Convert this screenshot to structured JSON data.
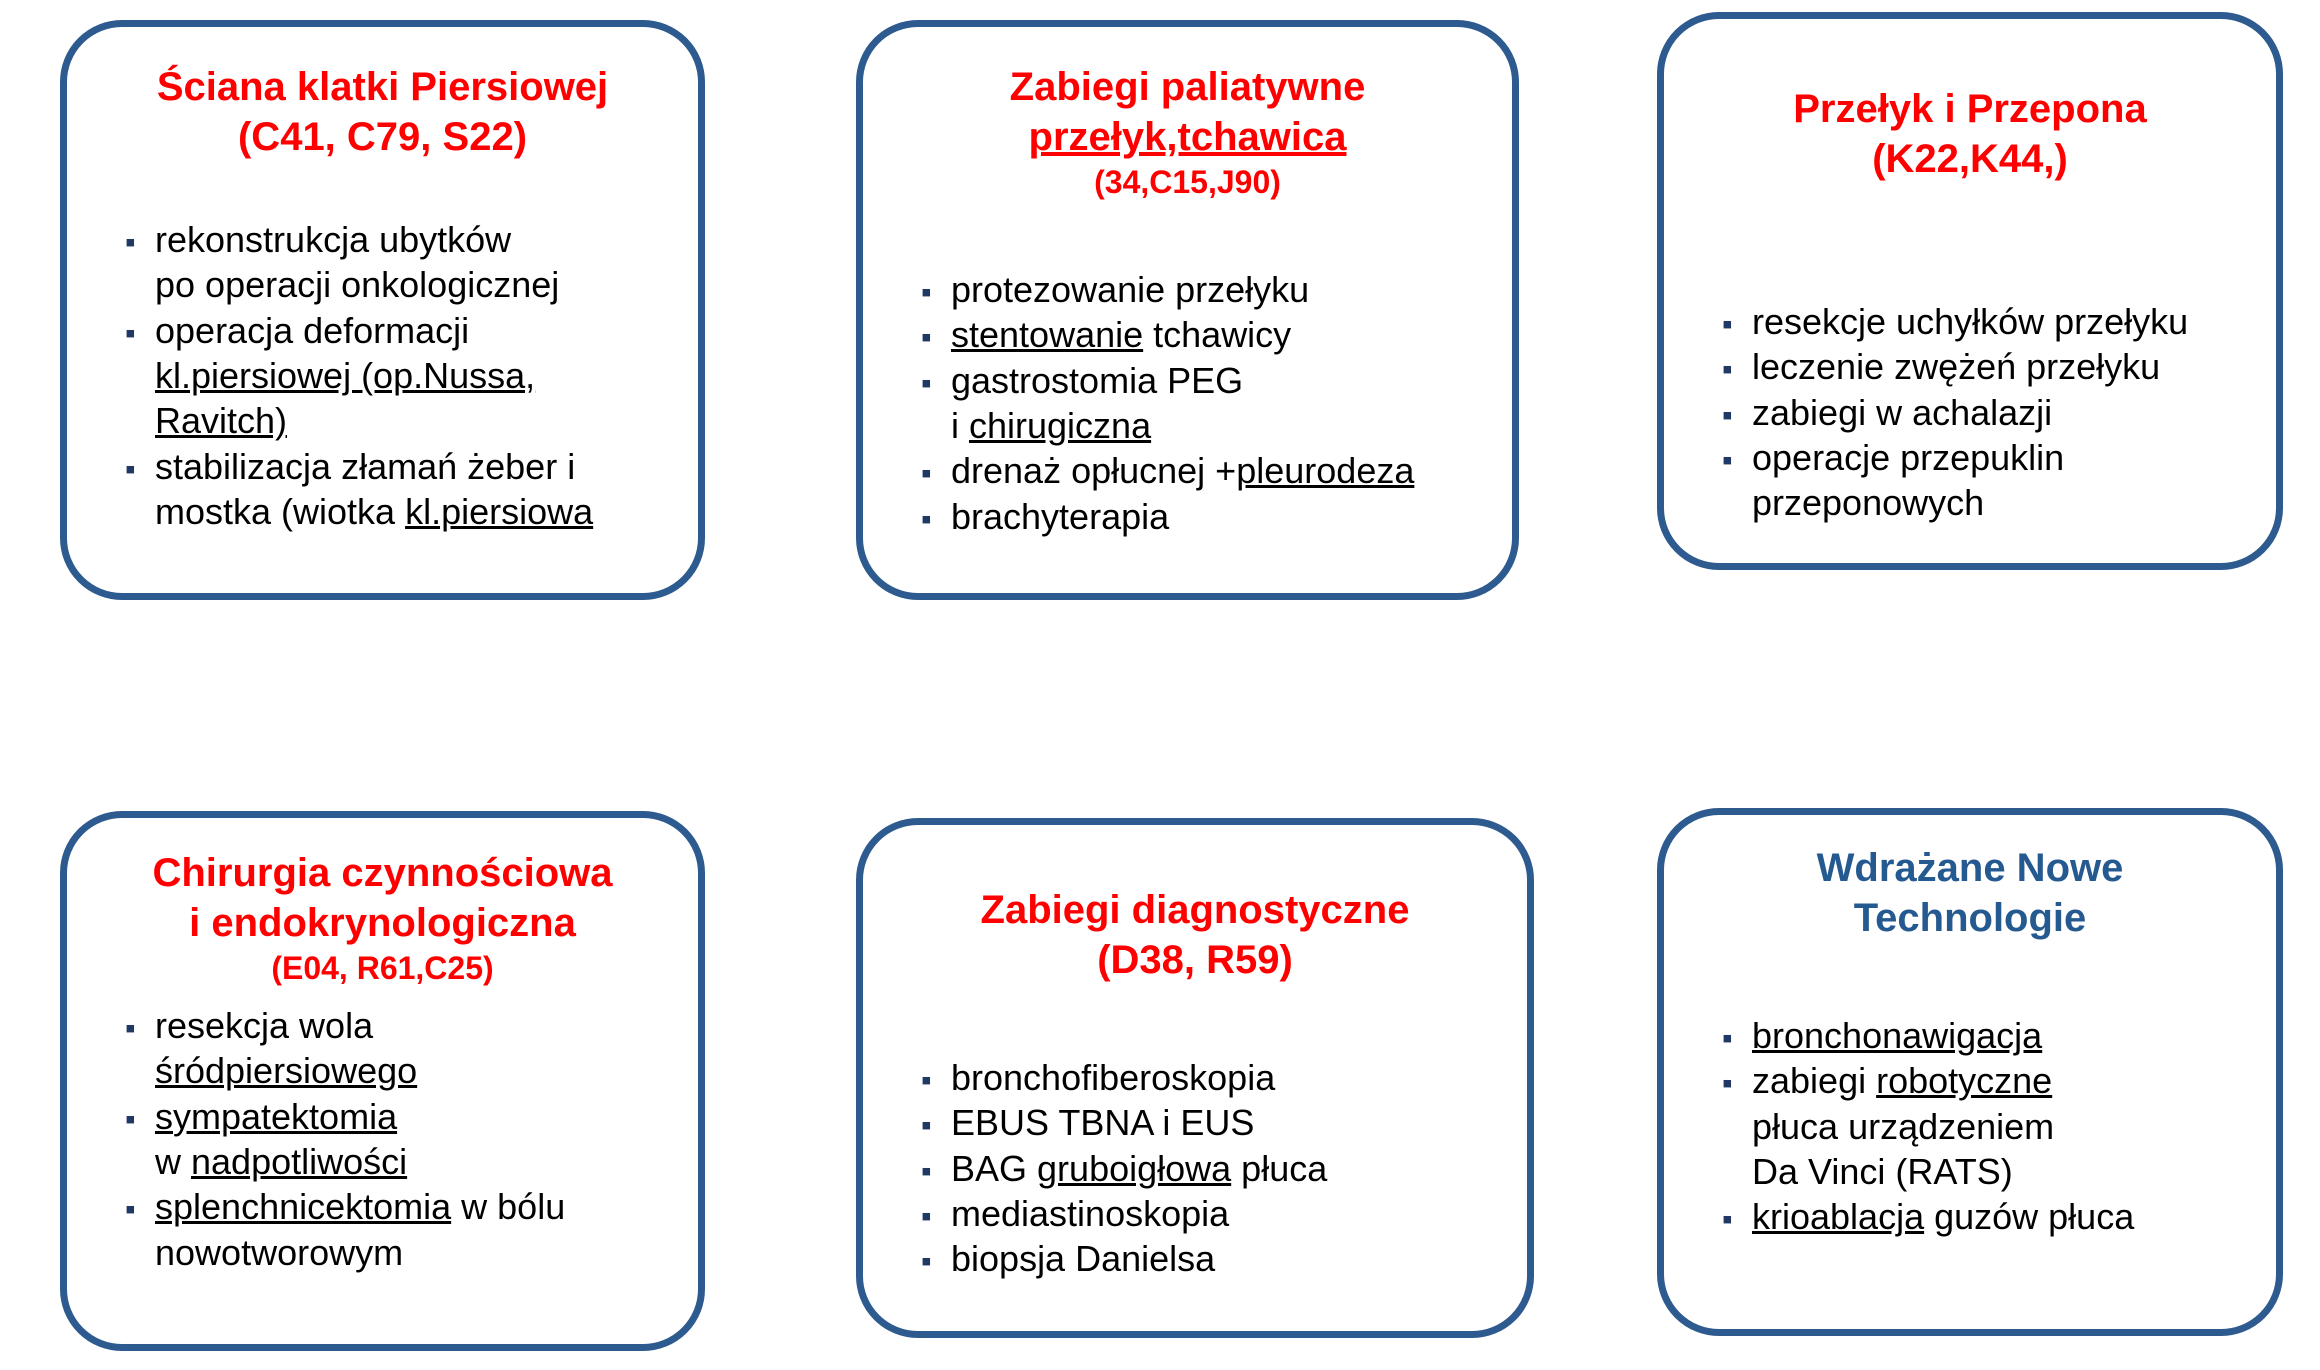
{
  "colors": {
    "border": "#2E5B8F",
    "title_red": "#FF0000",
    "title_blue": "#255A91",
    "bullet": "#1F3864",
    "text": "#000000"
  },
  "boxes": [
    {
      "id": "sciana-klatki-piersiowej",
      "title_color": "red",
      "title_lines": [
        {
          "text": "Ściana klatki Piersiowej"
        },
        {
          "text": "(C41, C79, S22)"
        }
      ],
      "items": [
        {
          "lines": [
            [
              {
                "t": "rekonstrukcja ubytków"
              }
            ],
            [
              {
                "t": "po operacji onkologicznej"
              }
            ]
          ]
        },
        {
          "lines": [
            [
              {
                "t": "operacja deformacji"
              }
            ],
            [
              {
                "t": "kl.piersiowej (op.Nussa,",
                "u": true
              }
            ],
            [
              {
                "t": "Ravitch)",
                "u": true
              }
            ]
          ]
        },
        {
          "lines": [
            [
              {
                "t": "stabilizacja złamań żeber i"
              }
            ],
            [
              {
                "t": "mostka  (wiotka "
              },
              {
                "t": "kl.piersiowa",
                "u": true
              }
            ]
          ]
        }
      ]
    },
    {
      "id": "zabiegi-paliatywne",
      "title_color": "red",
      "title_lines": [
        {
          "text": "Zabiegi paliatywne"
        },
        {
          "text": "przełyk,tchawica",
          "underline": true
        },
        {
          "text": "(34,C15,J90)",
          "small": true
        }
      ],
      "items": [
        {
          "lines": [
            [
              {
                "t": "protezowanie przełyku"
              }
            ]
          ]
        },
        {
          "lines": [
            [
              {
                "t": "stentowanie",
                "u": true
              },
              {
                "t": " tchawicy"
              }
            ]
          ]
        },
        {
          "lines": [
            [
              {
                "t": "gastrostomia PEG"
              }
            ],
            [
              {
                "t": "i "
              },
              {
                "t": "chirugiczna",
                "u": true
              }
            ]
          ]
        },
        {
          "lines": [
            [
              {
                "t": "drenaż opłucnej +"
              },
              {
                "t": "pleurodeza",
                "u": true
              }
            ]
          ]
        },
        {
          "lines": [
            [
              {
                "t": "brachyterapia"
              }
            ]
          ]
        }
      ]
    },
    {
      "id": "przelyk-i-przepona",
      "title_color": "red",
      "title_lines": [
        {
          "text": "Przełyk i Przepona"
        },
        {
          "text": "(K22,K44,)"
        }
      ],
      "items": [
        {
          "lines": [
            [
              {
                "t": "resekcje uchyłków przełyku"
              }
            ]
          ]
        },
        {
          "lines": [
            [
              {
                "t": "leczenie zwężeń przełyku"
              }
            ]
          ]
        },
        {
          "lines": [
            [
              {
                "t": "zabiegi w achalazji"
              }
            ]
          ]
        },
        {
          "lines": [
            [
              {
                "t": "operacje przepuklin"
              }
            ],
            [
              {
                "t": "przeponowych"
              }
            ]
          ]
        }
      ]
    },
    {
      "id": "chirurgia-czynnosciowa",
      "title_color": "red",
      "title_lines": [
        {
          "text": "Chirurgia czynnościowa"
        },
        {
          "text": "i endokrynologiczna"
        },
        {
          "text": "(E04, R61,C25)",
          "small": true
        }
      ],
      "items": [
        {
          "lines": [
            [
              {
                "t": "resekcja wola"
              }
            ],
            [
              {
                "t": "śródpiersiowego",
                "u": true
              }
            ]
          ]
        },
        {
          "lines": [
            [
              {
                "t": "sympatektomia",
                "u": true
              }
            ],
            [
              {
                "t": "w "
              },
              {
                "t": "nadpotliwości",
                "u": true
              }
            ]
          ]
        },
        {
          "lines": [
            [
              {
                "t": "splenchnicektomia",
                "u": true
              },
              {
                "t": " w bólu"
              }
            ],
            [
              {
                "t": "nowotworowym"
              }
            ]
          ]
        }
      ]
    },
    {
      "id": "zabiegi-diagnostyczne",
      "title_color": "red",
      "title_lines": [
        {
          "text": "Zabiegi diagnostyczne"
        },
        {
          "text": "(D38, R59)"
        }
      ],
      "items": [
        {
          "lines": [
            [
              {
                "t": "bronchofiberoskopia"
              }
            ]
          ]
        },
        {
          "lines": [
            [
              {
                "t": "EBUS TBNA  i EUS"
              }
            ]
          ]
        },
        {
          "lines": [
            [
              {
                "t": "BAG "
              },
              {
                "t": "gruboigłowa",
                "u": true
              },
              {
                "t": " płuca"
              }
            ]
          ]
        },
        {
          "lines": [
            [
              {
                "t": "mediastinoskopia"
              }
            ]
          ]
        },
        {
          "lines": [
            [
              {
                "t": "biopsja Danielsa"
              }
            ]
          ]
        }
      ]
    },
    {
      "id": "wdrazane-nowe-technologie",
      "title_color": "blue",
      "title_lines": [
        {
          "text": "Wdrażane Nowe"
        },
        {
          "text": "Technologie"
        }
      ],
      "items": [
        {
          "lines": [
            [
              {
                "t": "bronchonawigacja",
                "u": true
              }
            ]
          ]
        },
        {
          "lines": [
            [
              {
                "t": "zabiegi "
              },
              {
                "t": "robotyczne",
                "u": true
              }
            ],
            [
              {
                "t": "płuca urządzeniem"
              }
            ],
            [
              {
                "t": "Da Vinci (RATS)"
              }
            ]
          ]
        },
        {
          "lines": [
            [
              {
                "t": "krioablacja",
                "u": true
              },
              {
                "t": " guzów płuca"
              }
            ]
          ]
        }
      ]
    }
  ]
}
